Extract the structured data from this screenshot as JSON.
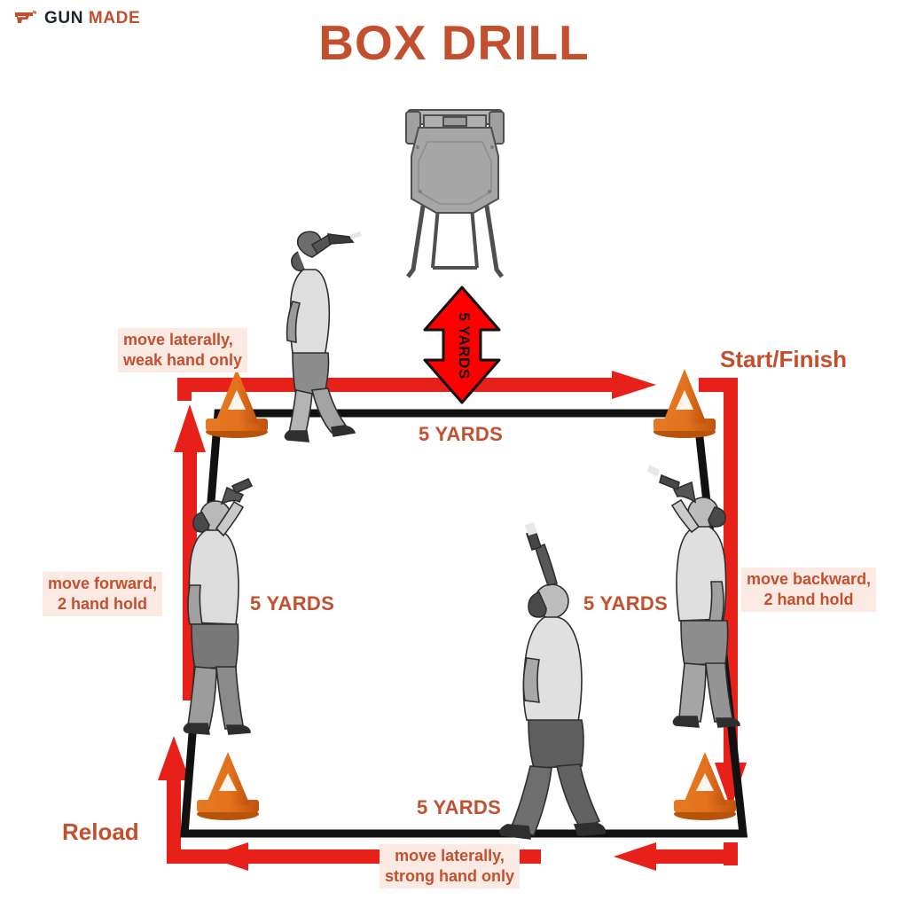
{
  "logo": {
    "icon": "pistol-icon",
    "word1": "GUN",
    "word2": "MADE",
    "color_dark": "#1b2433",
    "color_accent": "#c0502e"
  },
  "title": "BOX DRILL",
  "colors": {
    "title": "#c2502e",
    "label": "#c2502e",
    "callout_bg": "#fbeae4",
    "arrow_red": "#e8201a",
    "box_black": "#111111",
    "cone_orange": "#e2711d",
    "cone_orange_dark": "#c0560f",
    "target_gray": "#9a9a9a"
  },
  "diagram": {
    "target_label": "steel-target-top-view",
    "distance_to_target": {
      "text": "5 YARDS",
      "arrow": "double-headed-vertical"
    },
    "side_labels": {
      "top": "5 YARDS",
      "left": "5 YARDS",
      "right": "5 YARDS",
      "bottom": "5 YARDS"
    },
    "markers": [
      {
        "name": "start-finish",
        "text": "Start/Finish",
        "position": "top-right"
      },
      {
        "name": "reload",
        "text": "Reload",
        "position": "bottom-left"
      }
    ],
    "callouts": [
      {
        "name": "callout-top",
        "line1": "move laterally,",
        "line2": "weak hand only",
        "position": "top-left"
      },
      {
        "name": "callout-left",
        "line1": "move forward,",
        "line2": "2 hand hold",
        "position": "left"
      },
      {
        "name": "callout-right",
        "line1": "move backward,",
        "line2": "2 hand hold",
        "position": "right"
      },
      {
        "name": "callout-bottom",
        "line1": "move laterally,",
        "line2": "strong hand only",
        "position": "bottom"
      }
    ],
    "cones": [
      {
        "name": "cone-top-left"
      },
      {
        "name": "cone-top-right"
      },
      {
        "name": "cone-bottom-left"
      },
      {
        "name": "cone-bottom-right"
      }
    ],
    "shooters": [
      {
        "name": "shooter-top",
        "description": "walking right, one-hand pistol raised"
      },
      {
        "name": "shooter-left",
        "description": "walking away, two-hand pistol raised"
      },
      {
        "name": "shooter-center",
        "description": "walking left, pistol raised overhead"
      },
      {
        "name": "shooter-right",
        "description": "walking backward, two-hand pistol raised"
      }
    ],
    "path_arrows": [
      {
        "name": "path-arrow-top",
        "direction": "right"
      },
      {
        "name": "path-arrow-right",
        "direction": "down"
      },
      {
        "name": "path-arrow-bottom",
        "direction": "left"
      },
      {
        "name": "path-arrow-left",
        "direction": "up"
      }
    ]
  }
}
